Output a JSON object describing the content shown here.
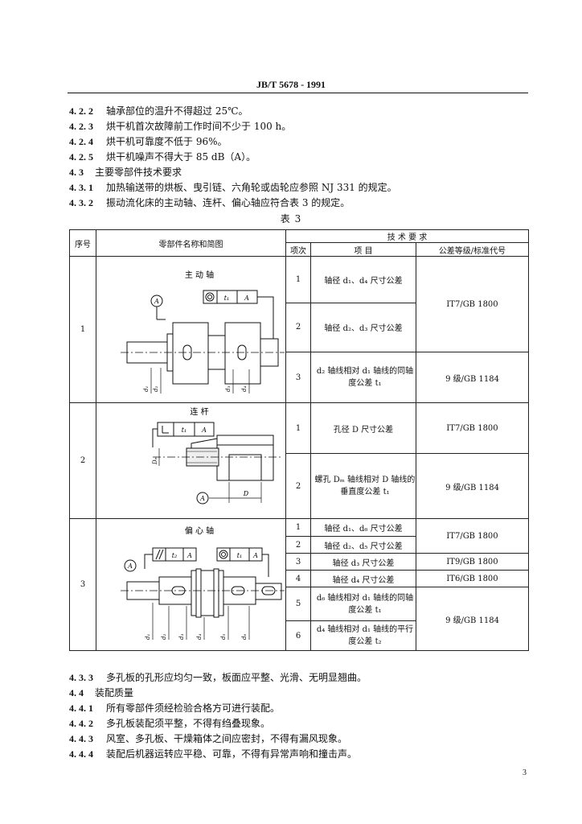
{
  "header": {
    "title": "JB/T  5678 - 1991"
  },
  "paras_top": [
    {
      "num": "4. 2. 2",
      "text": "轴承部位的温升不得超过 25℃。"
    },
    {
      "num": "4. 2. 3",
      "text": "烘干机首次故障前工作时间不少于 100 h。"
    },
    {
      "num": "4. 2. 4",
      "text": "烘干机可靠度不低于 96%。"
    },
    {
      "num": "4. 2. 5",
      "text": "烘干机噪声不得大于 85 dB（A）。"
    },
    {
      "num": "4. 3",
      "text": "主要零部件技术要求"
    },
    {
      "num": "4. 3. 1",
      "text": "加热输送带的烘板、曳引链、六角轮或齿轮应参照 NJ 331 的规定。"
    },
    {
      "num": "4. 3. 2",
      "text": "振动流化床的主动轴、连杆、偏心轴应符合表 3 的规定。"
    }
  ],
  "table_caption": "表  3",
  "table": {
    "headers": {
      "seq": "序号",
      "part": "零部件名称和简图",
      "tech": "技  术  要  求",
      "item_no": "项次",
      "item": "项        目",
      "grade": "公差等级/标准代号"
    },
    "row1": {
      "seq": "1",
      "drawing_title": "主 动 轴",
      "datum": "A",
      "tol_sym": "t₁",
      "dim_labels": [
        "d₁",
        "d₂",
        "d₃",
        "d₄"
      ],
      "items": [
        {
          "no": "1",
          "text": "轴径 d₁、d₄ 尺寸公差"
        },
        {
          "no": "2",
          "text": "轴径 d₂、d₃ 尺寸公差"
        },
        {
          "no": "3",
          "text": "d₂ 轴线相对 d₁ 轴线的同轴度公差 t₁"
        }
      ],
      "grades": [
        "IT7/GB  1800",
        "9 级/GB  1184"
      ]
    },
    "row2": {
      "seq": "2",
      "drawing_title": "连      杆",
      "datum": "A",
      "tol_sym": "t₁",
      "dim_labels": [
        "D",
        "Dₘ"
      ],
      "items": [
        {
          "no": "1",
          "text": "孔径 D 尺寸公差"
        },
        {
          "no": "2",
          "text": "螺孔 Dₘ 轴线相对 D 轴线的垂直度公差 t₁"
        }
      ],
      "grades": [
        "IT7/GB  1800",
        "9 级/GB  1184"
      ]
    },
    "row3": {
      "seq": "3",
      "drawing_title": "偏 心 轴",
      "datum": "A",
      "tol_syms": [
        "t₂",
        "t₁"
      ],
      "dim_labels": [
        "d₁",
        "d₂",
        "d₃",
        "d₄",
        "d₅",
        "d₆"
      ],
      "items": [
        {
          "no": "1",
          "text": "轴径 d₁、d₆ 尺寸公差"
        },
        {
          "no": "2",
          "text": "轴径 d₂、d₅ 尺寸公差"
        },
        {
          "no": "3",
          "text": "轴径 d₃ 尺寸公差"
        },
        {
          "no": "4",
          "text": "轴径 d₄ 尺寸公差"
        },
        {
          "no": "5",
          "text": "d₆ 轴线相对 d₁ 轴线的同轴度公差 t₁"
        },
        {
          "no": "6",
          "text": "d₄ 轴线相对 d₁ 轴线的平行度公差 t₂"
        }
      ],
      "grades": [
        "IT7/GB  1800",
        "IT9/GB  1800",
        "IT6/GB  1800",
        "9 级/GB  1184"
      ]
    }
  },
  "paras_bottom": [
    {
      "num": "4. 3. 3",
      "text": "多孔板的孔形应均匀一致，板面应平整、光滑、无明显翘曲。"
    },
    {
      "num": "4. 4",
      "text": "装配质量"
    },
    {
      "num": "4. 4. 1",
      "text": "所有零部件须经检验合格方可进行装配。"
    },
    {
      "num": "4. 4. 2",
      "text": "多孔板装配须平整，不得有绉叠现象。"
    },
    {
      "num": "4. 4. 3",
      "text": "风室、多孔板、干燥箱体之间应密封，不得有漏风现象。"
    },
    {
      "num": "4. 4. 4",
      "text": "装配后机器运转应平稳、可靠，不得有异常声响和撞击声。"
    }
  ],
  "page_number": "3"
}
